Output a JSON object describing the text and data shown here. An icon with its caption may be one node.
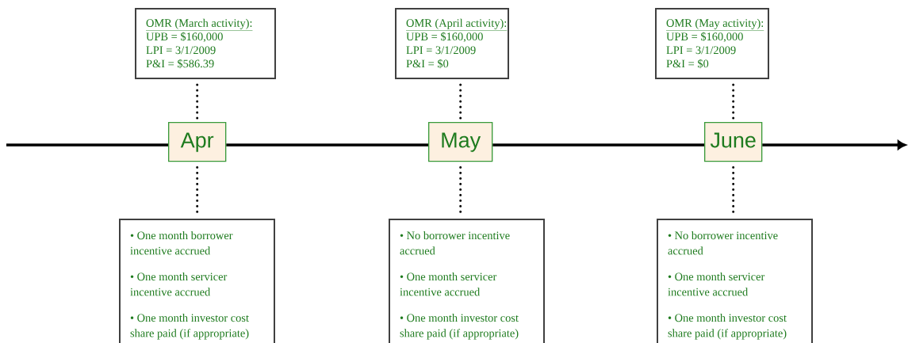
{
  "diagram": {
    "nodes": [
      {
        "text": [
          "OMR (March activity):",
          "UPB = $160,000",
          "LPI = 3/1/2009",
          "P&I = $586.39"
        ]
      },
      {
        "text": [
          "OMR (April activity):",
          "UPB = $160,000",
          "LPI = 3/1/2009",
          "P&I = $0"
        ]
      },
      {
        "text": [
          "OMR (May activity):",
          "UPB = $160,000",
          "LPI = 3/1/2009",
          "P&I = $0"
        ]
      },
      {
        "text": [
          "Apr"
        ]
      },
      {
        "text": [
          "May"
        ]
      },
      {
        "text": [
          "June"
        ]
      },
      {
        "text": [
          "• One month borrower incentive accrued",
          "• One month servicer incentive accrued",
          "• One month investor cost share paid (if appropriate)"
        ]
      },
      {
        "text": [
          "• No borrower incentive accrued",
          "• One month servicer incentive accrued",
          "• One month investor cost share paid (if appropriate)"
        ]
      },
      {
        "text": [
          "• No borrower incentive accrued",
          "• One month servicer incentive accrued",
          "• One month investor cost share paid (if appropriate)"
        ]
      }
    ],
    "edges": [
      {
        "from": 0,
        "to": 3,
        "arrow": "none",
        "style": "dashed"
      },
      {
        "from": 1,
        "to": 4,
        "arrow": "none",
        "style": "dashed"
      },
      {
        "from": 2,
        "to": 5,
        "arrow": "none",
        "style": "dashed"
      },
      {
        "from": 3,
        "to": 6,
        "arrow": "none",
        "style": "dashed"
      },
      {
        "from": 4,
        "to": 7,
        "arrow": "none",
        "style": "dashed"
      },
      {
        "from": 5,
        "to": 8,
        "arrow": "none",
        "style": "dashed"
      },
      {
        "from": null,
        "to": 3,
        "arrow": "none"
      },
      {
        "from": 3,
        "to": 4,
        "arrow": "none"
      },
      {
        "from": 4,
        "to": 5,
        "arrow": "none"
      },
      {
        "from": 5,
        "to": null,
        "arrow": "to"
      }
    ]
  }
}
